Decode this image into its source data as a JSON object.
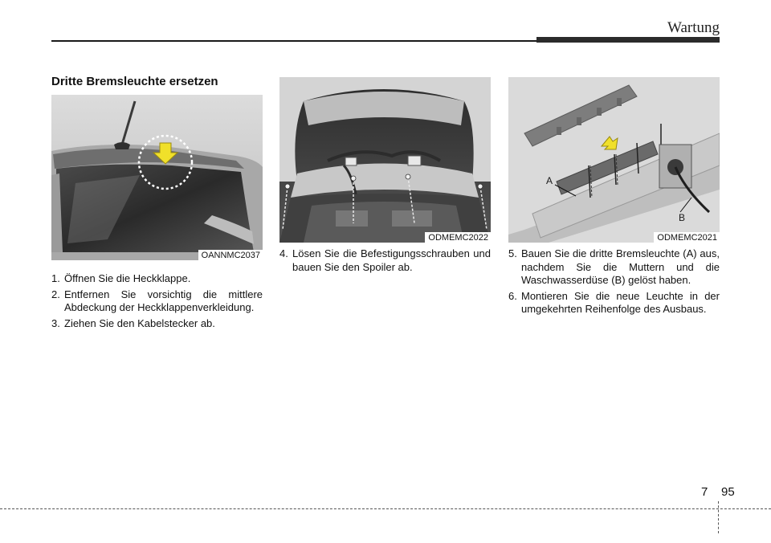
{
  "header": {
    "title": "Wartung"
  },
  "section": {
    "heading": "Dritte Bremsleuchte ersetzen"
  },
  "figures": [
    {
      "code": "OANNMC2037"
    },
    {
      "code": "ODMEMC2022"
    },
    {
      "code": "ODMEMC2021",
      "label_a": "A",
      "label_b": "B"
    }
  ],
  "steps": [
    {
      "num": "1.",
      "text": "Öffnen Sie die Heckklappe."
    },
    {
      "num": "2.",
      "text": "Entfernen Sie vorsichtig die mittlere Abdeckung der Heckklappenverkleidung."
    },
    {
      "num": "3.",
      "text": "Ziehen Sie den Kabelstecker ab."
    },
    {
      "num": "4.",
      "text": "Lösen Sie die Befestigungsschrauben und bauen Sie den Spoiler ab."
    },
    {
      "num": "5.",
      "text": "Bauen Sie die dritte Bremsleuchte (A) aus, nachdem Sie die Muttern und die Waschwasserdüse (B) gelöst haben."
    },
    {
      "num": "6.",
      "text": "Montieren Sie die neue Leuchte in der umgekehrten Reihenfolge des Ausbaus."
    }
  ],
  "footer": {
    "chapter": "7",
    "page": "95"
  },
  "colors": {
    "arrow_fill": "#f0e02a",
    "arrow_stroke": "#9a8a10"
  }
}
